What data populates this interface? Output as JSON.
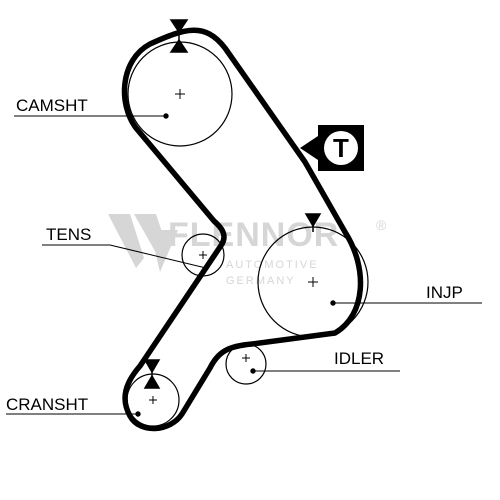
{
  "labels": {
    "camshaft": "CAMSHT",
    "tensioner": "TENS",
    "injection_pump": "INJP",
    "idler": "IDLER",
    "crankshaft": "CRANSHT"
  },
  "tension_badge": {
    "letter": "T"
  },
  "watermark": {
    "brand": "FLENNOR",
    "registered": "®",
    "line1": "AUTOMOTIVE",
    "line2": "GERMANY"
  },
  "colors": {
    "ink": "#000000",
    "paper": "#ffffff",
    "watermark": "#d9d9d9"
  }
}
